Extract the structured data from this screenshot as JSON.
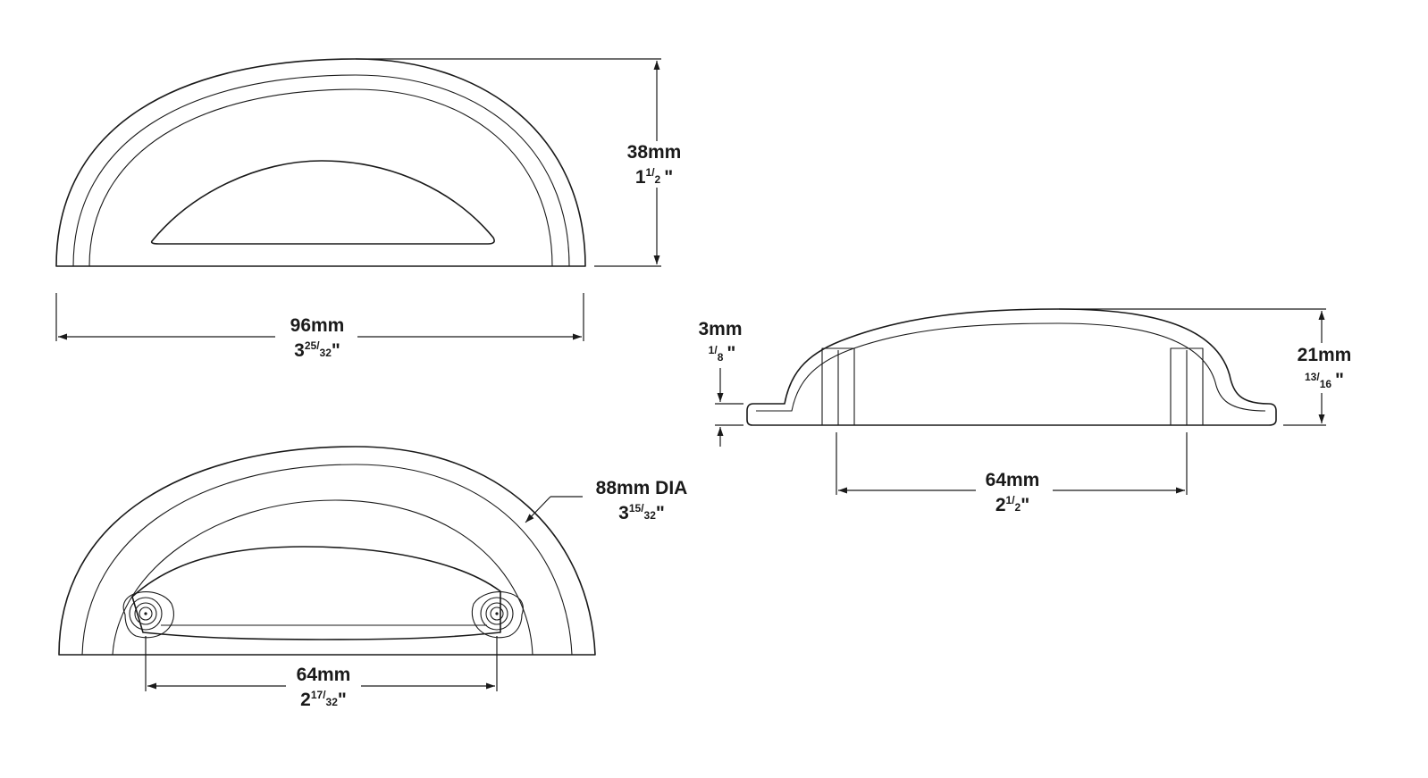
{
  "dimensions": {
    "top_height": {
      "metric": "38mm",
      "whole": "1",
      "num": "1",
      "den": "2",
      "unit": "\""
    },
    "top_width": {
      "metric": "96mm",
      "whole": "3",
      "num": "25",
      "den": "32",
      "unit": "\""
    },
    "side_lip": {
      "metric": "3mm",
      "whole": "",
      "num": "1",
      "den": "8",
      "unit": "\""
    },
    "side_height": {
      "metric": "21mm",
      "whole": "",
      "num": "13",
      "den": "16",
      "unit": "\""
    },
    "side_spacing": {
      "metric": "64mm",
      "whole": "2",
      "num": "1",
      "den": "2",
      "unit": "\""
    },
    "back_dia": {
      "metric": "88mm DIA",
      "whole": "3",
      "num": "15",
      "den": "32",
      "unit": "\""
    },
    "back_spacing": {
      "metric": "64mm",
      "whole": "2",
      "num": "17",
      "den": "32",
      "unit": "\""
    }
  }
}
